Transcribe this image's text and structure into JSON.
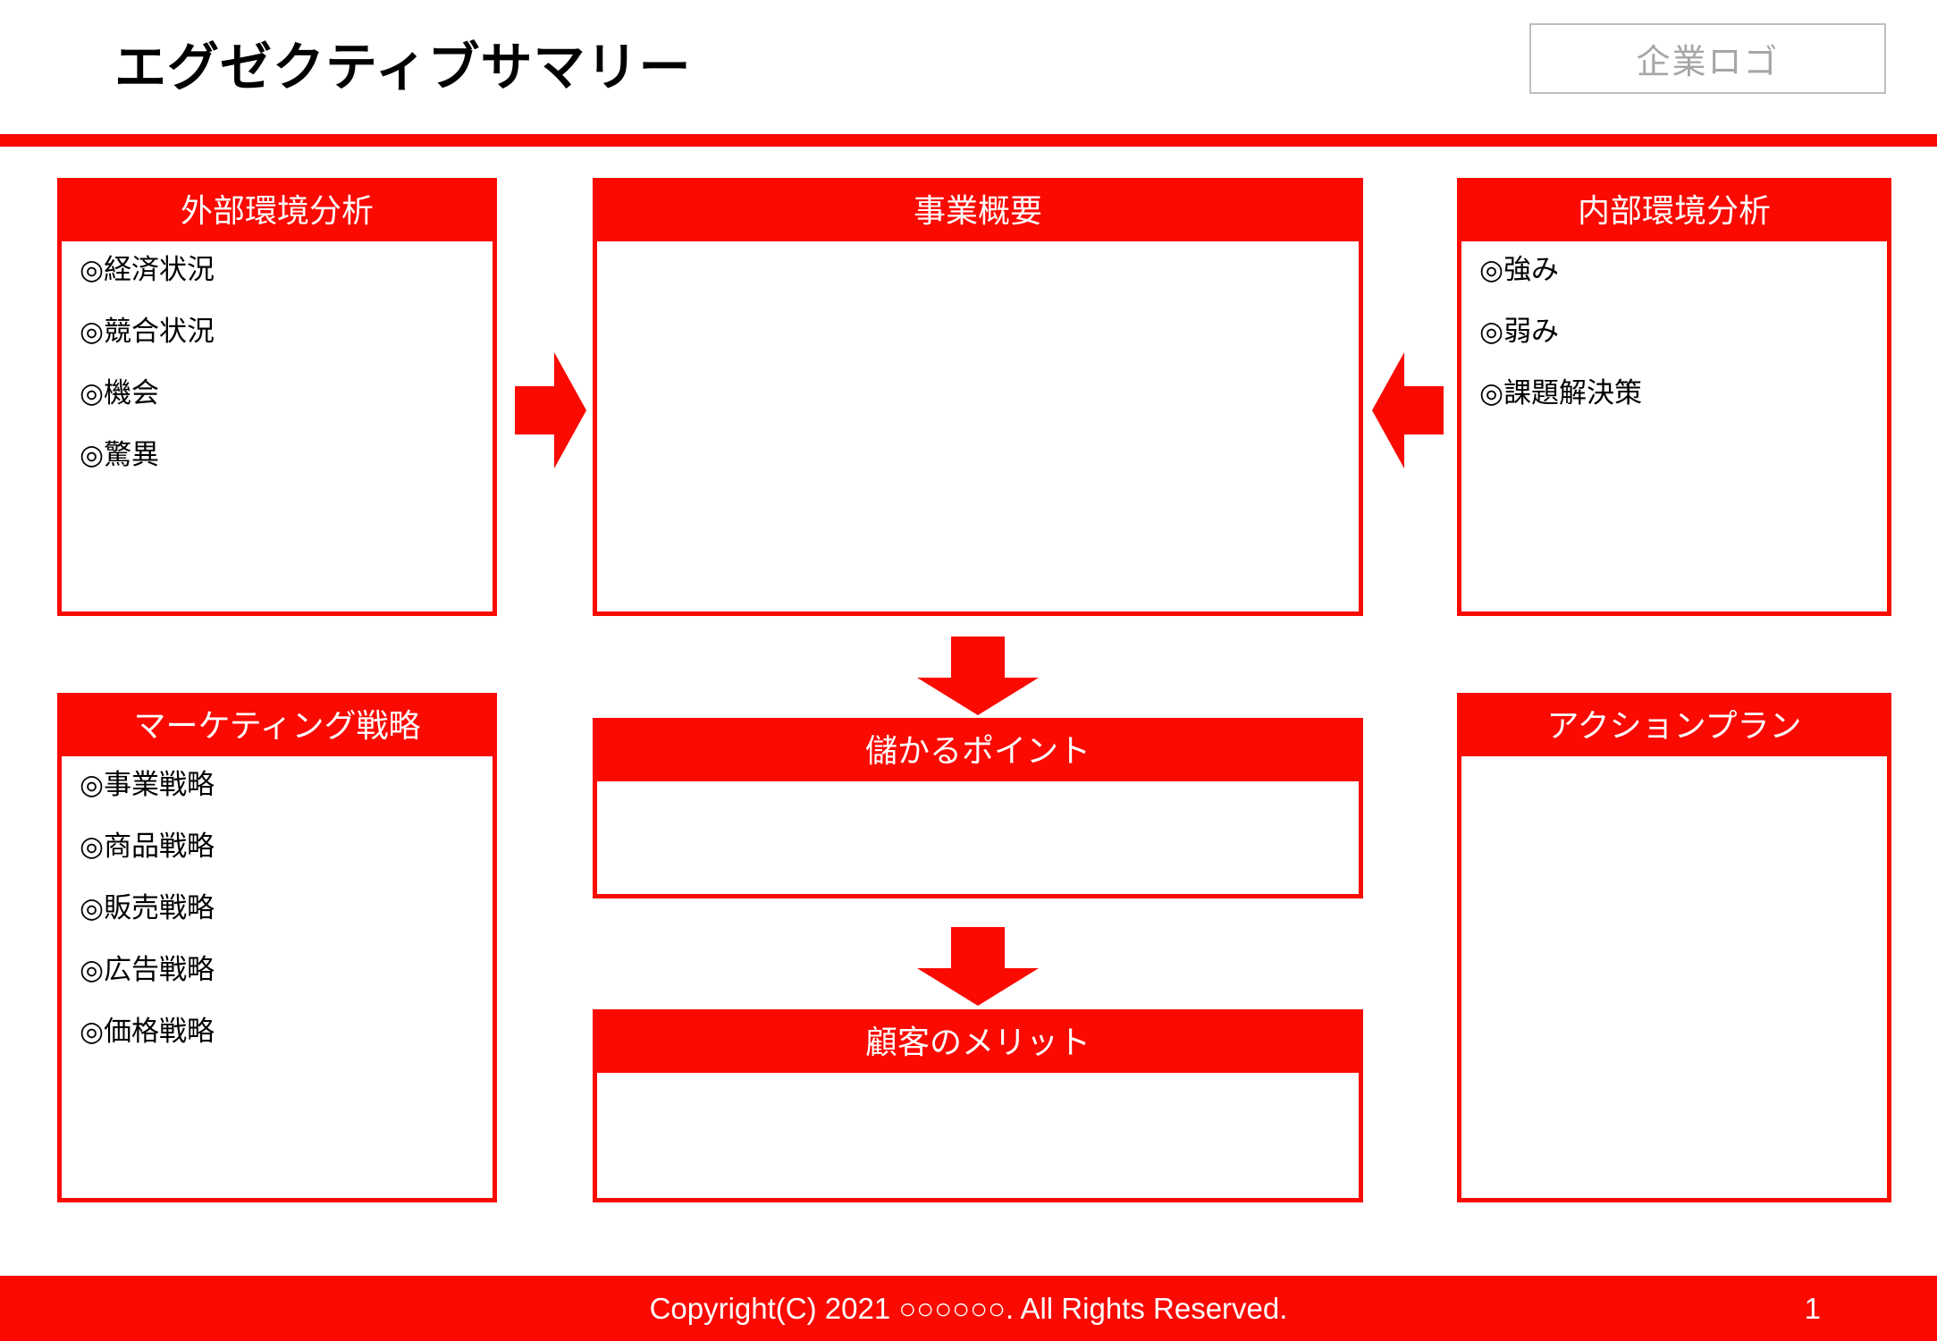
{
  "header": {
    "title": "エグゼクティブサマリー",
    "logo_placeholder": "企業ロゴ"
  },
  "colors": {
    "accent_red": "#FA0A00",
    "logo_border": "#BFBFBF",
    "logo_text": "#A6A6A6",
    "panel_body": "#FFFFFF",
    "title_text": "#000000"
  },
  "panels": {
    "external": {
      "title": "外部環境分析",
      "items": [
        {
          "mark": "◎",
          "label": "経済状況"
        },
        {
          "mark": "◎",
          "label": "競合状況"
        },
        {
          "mark": "◎",
          "label": "機会"
        },
        {
          "mark": "◎",
          "label": "驚異"
        }
      ]
    },
    "overview": {
      "title": "事業概要",
      "items": []
    },
    "internal": {
      "title": "内部環境分析",
      "items": [
        {
          "mark": "◎",
          "label": "強み"
        },
        {
          "mark": "◎",
          "label": "弱み"
        },
        {
          "mark": "◎",
          "label": "課題解決策"
        }
      ]
    },
    "marketing": {
      "title": "マーケティング戦略",
      "items": [
        {
          "mark": "◎",
          "label": "事業戦略"
        },
        {
          "mark": "◎",
          "label": "商品戦略"
        },
        {
          "mark": "◎",
          "label": "販売戦略"
        },
        {
          "mark": "◎",
          "label": "広告戦略"
        },
        {
          "mark": "◎",
          "label": "価格戦略"
        }
      ]
    },
    "profit": {
      "title": "儲かるポイント",
      "items": []
    },
    "benefit": {
      "title": "顧客のメリット",
      "items": []
    },
    "action": {
      "title": "アクションプラン",
      "items": []
    }
  },
  "arrows": [
    {
      "name": "arrow-right-to-overview",
      "direction": "right"
    },
    {
      "name": "arrow-left-to-overview",
      "direction": "left"
    },
    {
      "name": "arrow-down-overview-to-profit",
      "direction": "down"
    },
    {
      "name": "arrow-down-profit-to-benefit",
      "direction": "down"
    }
  ],
  "footer": {
    "copyright": "Copyright(C) 2021 ○○○○○○. All Rights Reserved.",
    "page_number": "1"
  }
}
